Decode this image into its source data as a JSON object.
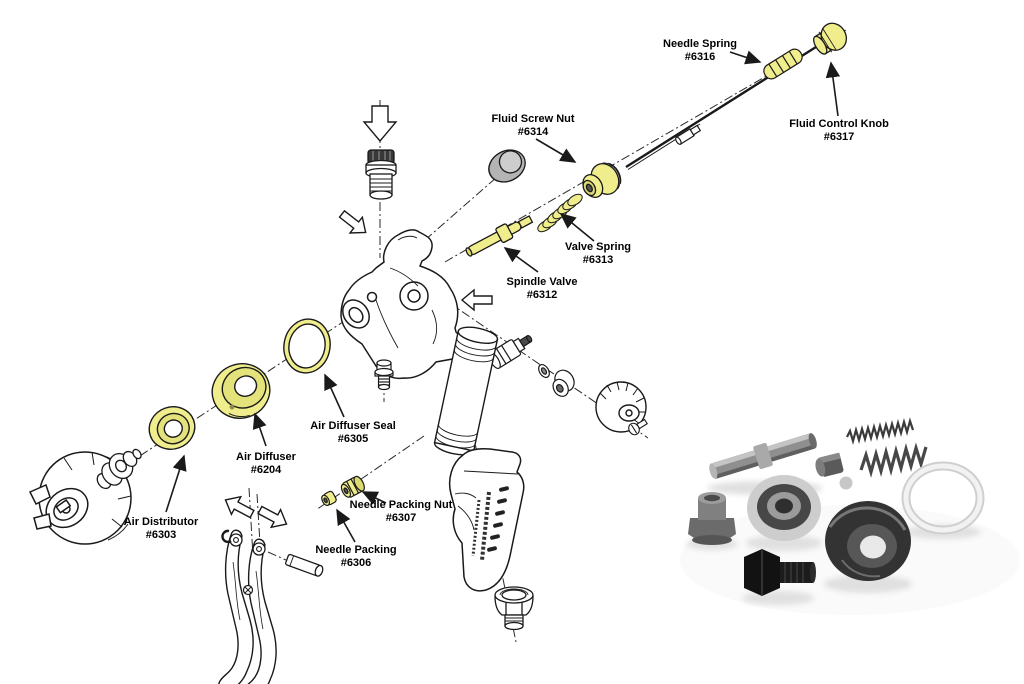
{
  "diagram": {
    "background_color": "#ffffff",
    "line_color": "#1a1a1a",
    "highlight_color": "#f0ee8c",
    "labels": [
      {
        "part": "needle-spring",
        "name": "Needle Spring",
        "number": "#6316"
      },
      {
        "part": "fluid-control-knob",
        "name": "Fluid Control Knob",
        "number": "#6317"
      },
      {
        "part": "fluid-screw-nut",
        "name": "Fluid Screw Nut",
        "number": "#6314"
      },
      {
        "part": "valve-spring",
        "name": "Valve Spring",
        "number": "#6313"
      },
      {
        "part": "spindle-valve",
        "name": "Spindle Valve",
        "number": "#6312"
      },
      {
        "part": "air-diffuser-seal",
        "name": "Air Diffuser Seal",
        "number": "#6305"
      },
      {
        "part": "air-diffuser",
        "name": "Air Diffuser",
        "number": "#6204"
      },
      {
        "part": "air-distributor",
        "name": "Air Distributor",
        "number": "#6303"
      },
      {
        "part": "needle-packing-nut",
        "name": "Needle Packing Nut",
        "number": "#6307"
      },
      {
        "part": "needle-packing",
        "name": "Needle Packing",
        "number": "#6306"
      }
    ],
    "unlabeled_parts": [
      "air-cap",
      "fluid-nozzle",
      "gun-body",
      "air-inlet-fitting",
      "end-cap",
      "fluid-needle",
      "air-valve-fitting",
      "washer",
      "valve-nut",
      "air-adjust-knob",
      "set-screw",
      "barrel-tube",
      "handle-grip",
      "cup-adapter",
      "trigger",
      "trigger-pin",
      "e-clip"
    ],
    "kit_photo_parts": [
      "valve-rod",
      "packing-cylinder",
      "seal-disc",
      "small-spring",
      "large-spring",
      "o-ring",
      "packing-nut",
      "bearing-washer",
      "retainer-cup",
      "hex-bolt"
    ]
  }
}
